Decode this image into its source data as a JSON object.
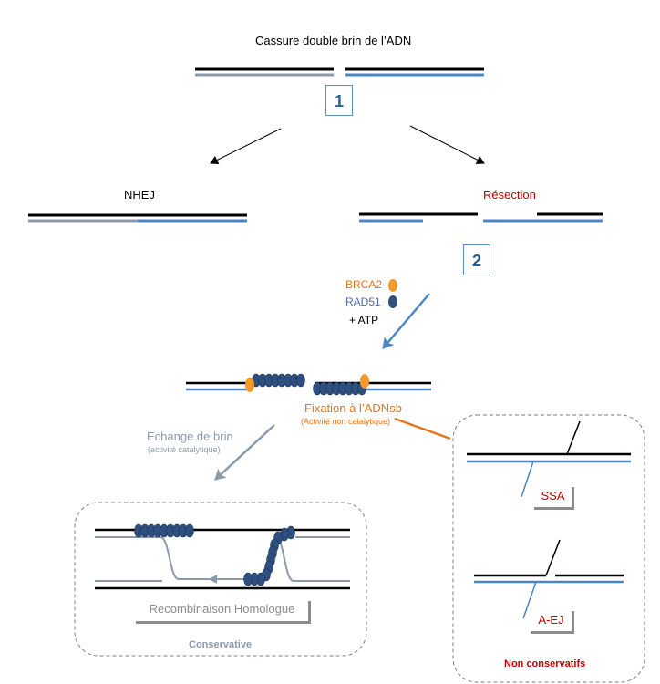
{
  "title": "Cassure double brin de l’ADN",
  "step1": "1",
  "step2": "2",
  "nhej": "NHEJ",
  "resection": "Résection",
  "brca2": "BRCA2",
  "rad51": "RAD51",
  "atp": "+ ATP",
  "fixation": "Fixation à l’ADNsb",
  "fixation_sub": "(Activité non catalytique)",
  "echange": "Echange de brin",
  "echange_sub": "(activité catalytique)",
  "recombinaison": "Recombinaison Homologue",
  "conservative": "Conservative",
  "ssa": "SSA",
  "aej": "A-EJ",
  "non_conservatifs": "Non conservatifs",
  "colors": {
    "dna_black": "#000000",
    "dna_blue": "#4a86c8",
    "dna_grey": "#8c9aab",
    "rad51": "#2f4f7f",
    "brca2": "#f39a2b",
    "orange_text": "#e8731c",
    "red_text": "#c00000",
    "box_border": "#7f7f7f"
  }
}
